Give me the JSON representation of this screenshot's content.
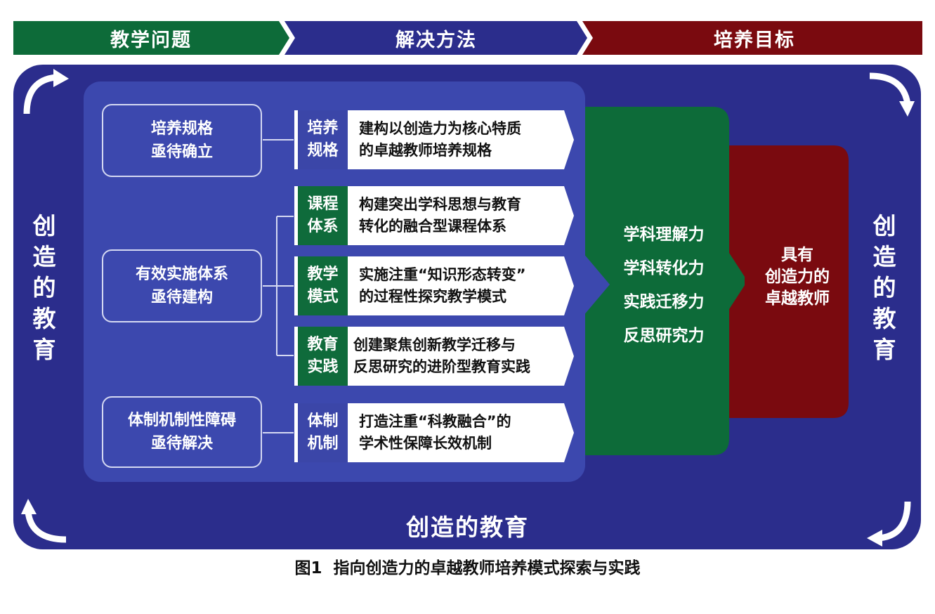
{
  "header": {
    "col1": "教学问题",
    "col2": "解决方法",
    "col3": "培养目标",
    "colors": {
      "green": "#0d6b39",
      "blue": "#2b2d8c",
      "red": "#7a0a0f"
    }
  },
  "side_left": [
    "创",
    "造",
    "的",
    "教",
    "育"
  ],
  "side_right": [
    "创",
    "造",
    "的",
    "教",
    "育"
  ],
  "bottom_label": "创造的教育",
  "problems": [
    {
      "line1": "培养规格",
      "line2": "亟待确立"
    },
    {
      "line1": "有效实施体系",
      "line2": "亟待建构"
    },
    {
      "line1": "体制机制性障碍",
      "line2": "亟待解决"
    }
  ],
  "methods": [
    {
      "tag1": "培养",
      "tag2": "规格",
      "text1": "建构以创造力为核心特质",
      "text2": "的卓越教师培养规格"
    },
    {
      "tag1": "课程",
      "tag2": "体系",
      "text1": "构建突出学科思想与教育",
      "text2": "转化的融合型课程体系"
    },
    {
      "tag1": "教学",
      "tag2": "模式",
      "text1": "实施注重“知识形态转变”",
      "text2": "的过程性探究教学模式"
    },
    {
      "tag1": "教育",
      "tag2": "实践",
      "text1": "创建聚焦创新教学迁移与",
      "text2": "反思研究的进阶型教育实践"
    },
    {
      "tag1": "体制",
      "tag2": "机制",
      "text1": "打造注重“科教融合”的",
      "text2": "学术性保障长效机制"
    }
  ],
  "abilities": [
    "学科理解力",
    "学科转化力",
    "实践迁移力",
    "反思研究力"
  ],
  "goal": {
    "line1": "具有",
    "line2": "创造力的",
    "line3": "卓越教师"
  },
  "caption": "图1  指向创造力的卓越教师培养模式探索与实践"
}
